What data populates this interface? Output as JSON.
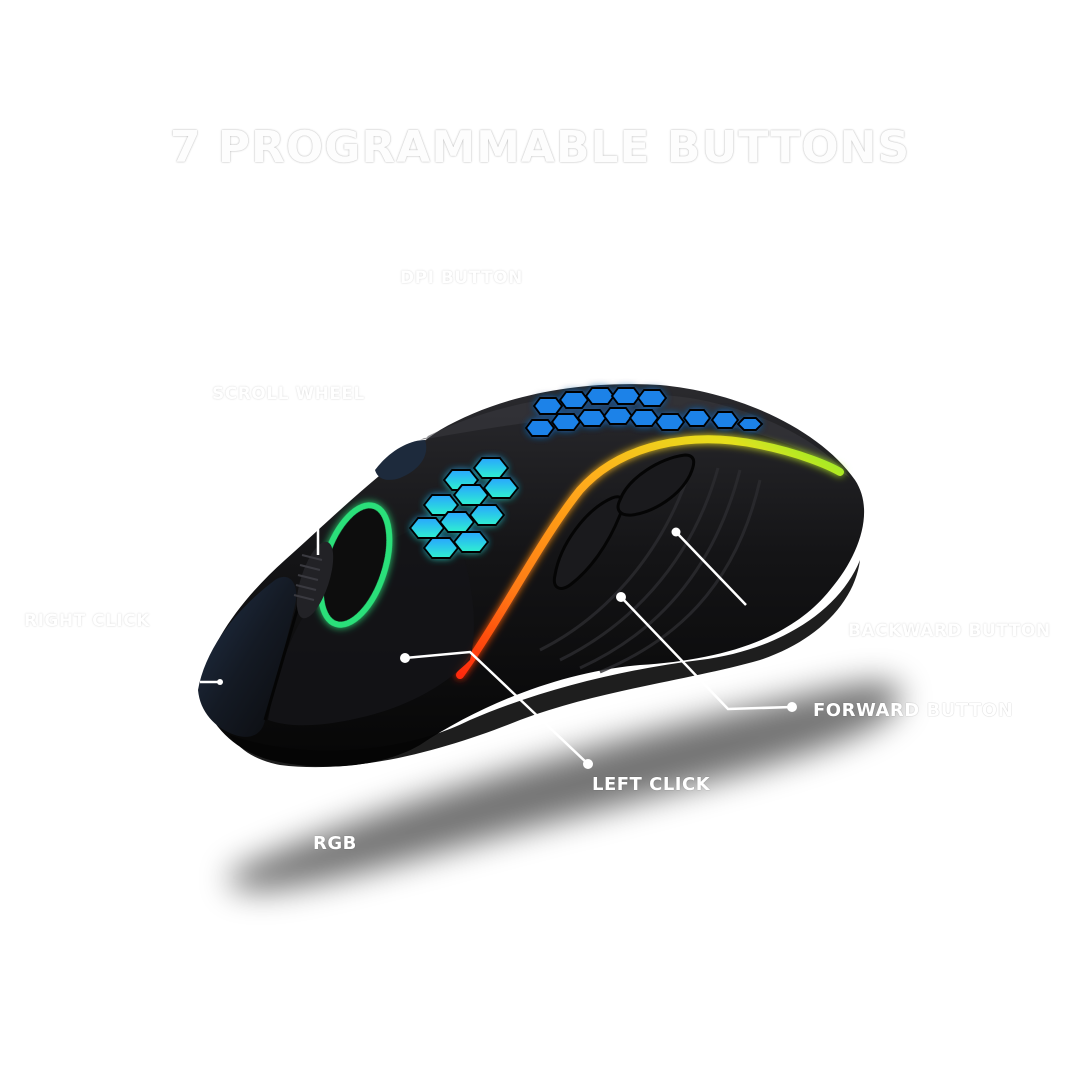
{
  "headline": "7 PROGRAMMABLE BUTTONS",
  "callouts": {
    "dpi_button": "DPI BUTTON",
    "scroll_wheel": "SCROLL WHEEL",
    "right_click": "RIGHT CLICK",
    "backward_button": "BACKWARD BUTTON",
    "forward_button": "FORWARD BUTTON",
    "left_click": "LEFT CLICK",
    "rgb": "RGB"
  },
  "colors": {
    "background": "#ffffff",
    "mouse_body": "#121212",
    "rgb_orange": "#ff8a1a",
    "rgb_green": "#7cf22a",
    "hex_light": "#28c8f0",
    "ring_green": "#2be07a"
  }
}
